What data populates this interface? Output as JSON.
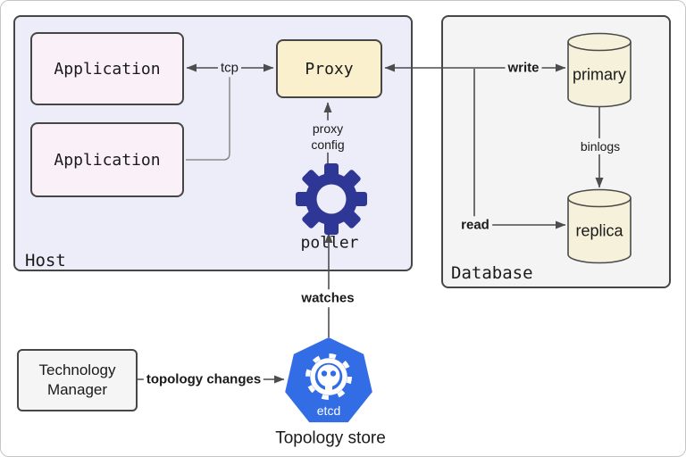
{
  "nodes": {
    "host": {
      "label": "Host"
    },
    "application_top": {
      "label": "Application"
    },
    "application_bottom": {
      "label": "Application"
    },
    "proxy": {
      "label": "Proxy"
    },
    "poller": {
      "label": "poller"
    },
    "database": {
      "label": "Database"
    },
    "primary": {
      "label": "primary"
    },
    "replica": {
      "label": "replica"
    },
    "technology_manager": {
      "label": "Technology Manager"
    },
    "etcd_badge": {
      "label": "etcd"
    },
    "topology_store": {
      "label": "Topology store"
    }
  },
  "edges": {
    "tcp": {
      "label": "tcp"
    },
    "write": {
      "label": "write"
    },
    "read": {
      "label": "read"
    },
    "binlogs": {
      "label": "binlogs"
    },
    "proxy_config": {
      "label": "proxy config"
    },
    "watches": {
      "label": "watches"
    },
    "topology_changes": {
      "label": "topology changes"
    }
  },
  "colors": {
    "host_fill": "#ecedf8",
    "application_fill": "#f9f0f8",
    "proxy_fill": "#fbf0cd",
    "database_fill": "#f4f4f4",
    "cylinder_fill": "#f5f1da",
    "manager_fill": "#f5f5f5",
    "poller_gear": "#2e3795",
    "etcd_blue": "#326de5",
    "line": "#4d4d4d",
    "box_border": "#464646"
  }
}
